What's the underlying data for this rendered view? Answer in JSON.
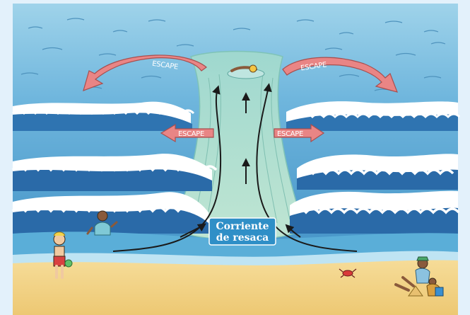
{
  "illustration": {
    "escape_labels": {
      "top_left": "ESCAPE",
      "top_right": "ESCAPE",
      "mid_left": "ESCAPE",
      "mid_right": "ESCAPE"
    },
    "rip_current_label": {
      "line1": "Corriente",
      "line2": "de resaca"
    },
    "colors": {
      "sky_frame": "#e3f1fb",
      "sea_far": "#8cc9e6",
      "sea_near": "#4d9fcf",
      "rip_channel": "#a9d9d3",
      "wave_dark": "#2a6aa8",
      "foam": "#ffffff",
      "escape_arrow": "#e98585",
      "label_box": "#2f8fc7",
      "sand": "#f3d48a"
    }
  }
}
